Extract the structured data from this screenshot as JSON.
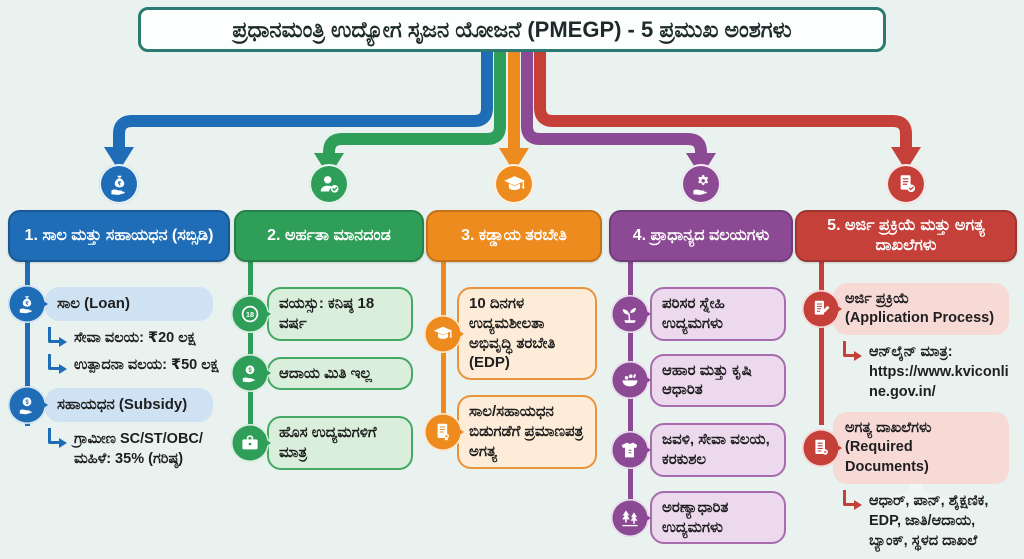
{
  "title": "ಪ್ರಧಾನಮಂತ್ರಿ ಉದ್ಯೋಗ ಸೃಜನ ಯೋಜನೆ (PMEGP) - 5 ಪ್ರಮುಖ ಅಂಶಗಳು",
  "background_color": "#e9f2ee",
  "title_border_color": "#2b7b73",
  "columns": [
    {
      "number": 1,
      "header": "1. ಸಾಲ ಮತ್ತು ಸಹಾಯಧನ (ಸಬ್ಸಿಡಿ)",
      "color": "#1e6db6",
      "pill_bg": "#cfe2f4",
      "pill_border": "transparent",
      "header_icon": "money-bag-hand-icon",
      "items": [
        {
          "icon": "money-bag-hand-icon",
          "label": "ಸಾಲ (Loan)",
          "bullets": [
            "ಸೇವಾ ವಲಯ: ₹20 ಲಕ್ಷ",
            "ಉತ್ಪಾದನಾ ವಲಯ: ₹50 ಲಕ್ಷ"
          ]
        },
        {
          "icon": "coin-hand-icon",
          "label": "ಸಹಾಯಧನ (Subsidy)",
          "bullets": [
            "ಗ್ರಾಮೀಣ SC/ST/OBC/ಮಹಿಳೆ: 35% (ಗರಿಷ್ಠ)"
          ]
        }
      ]
    },
    {
      "number": 2,
      "header": "2. ಅರ್ಹತಾ ಮಾನದಂಡ",
      "color": "#2f9e58",
      "pill_bg": "#d9efdc",
      "pill_border": "#45a863",
      "header_icon": "person-check-icon",
      "items": [
        {
          "icon": "age-18-icon",
          "label": "ವಯಸ್ಸು: ಕನಿಷ್ಠ 18 ವರ್ಷ",
          "bullets": []
        },
        {
          "icon": "coin-hand-icon",
          "label": "ಆದಾಯ ಮಿತಿ ಇಲ್ಲ",
          "bullets": []
        },
        {
          "icon": "briefcase-icon",
          "label": "ಹೊಸ ಉದ್ಯಮಗಳಿಗೆ ಮಾತ್ರ",
          "bullets": []
        }
      ]
    },
    {
      "number": 3,
      "header": "3. ಕಡ್ಡಾಯ ತರಬೇತಿ",
      "color": "#ee8b1f",
      "pill_bg": "#fdecd7",
      "pill_border": "#e9943c",
      "header_icon": "graduation-cap-icon",
      "items": [
        {
          "icon": "graduation-cap-icon",
          "label": "10 ದಿನಗಳ ಉದ್ಯಮಶೀಲತಾ ಅಭಿವೃದ್ಧಿ ತರಬೇತಿ (EDP)",
          "bullets": []
        },
        {
          "icon": "certificate-icon",
          "label": "ಸಾಲ/ಸಹಾಯಧನ ಬಿಡುಗಡೆಗೆ ಪ್ರಮಾಣಪತ್ರ ಅಗತ್ಯ",
          "bullets": []
        }
      ]
    },
    {
      "number": 4,
      "header": "4. ಪ್ರಾಧಾನ್ಯದ ವಲಯಗಳು",
      "color": "#8c4a94",
      "pill_bg": "#ecd9ee",
      "pill_border": "#a76bae",
      "header_icon": "gear-hand-icon",
      "items": [
        {
          "icon": "eco-plant-icon",
          "label": "ಪರಿಸರ ಸ್ನೇಹಿ ಉದ್ಯಮಗಳು",
          "bullets": []
        },
        {
          "icon": "food-bowl-icon",
          "label": "ಆಹಾರ ಮತ್ತು ಕೃಷಿ ಆಧಾರಿತ",
          "bullets": []
        },
        {
          "icon": "tshirt-icon",
          "label": "ಜವಳಿ, ಸೇವಾ ವಲಯ, ಕರಕುಶಲ",
          "bullets": []
        },
        {
          "icon": "forest-icon",
          "label": "ಅರಣ್ಯಾಧಾರಿತ ಉದ್ಯಮಗಳು",
          "bullets": []
        }
      ]
    },
    {
      "number": 5,
      "header": "5. ಅರ್ಜಿ ಪ್ರಕ್ರಿಯೆ ಮತ್ತು ಅಗತ್ಯ ದಾಖಲೆಗಳು",
      "color": "#c6403a",
      "pill_bg": "#f7d9d6",
      "pill_border": "transparent",
      "header_icon": "document-check-icon",
      "items": [
        {
          "icon": "document-pencil-icon",
          "label": "ಅರ್ಜಿ ಪ್ರಕ್ರಿಯೆ (Application Process)",
          "bullets": [
            "ಆನ್‌ಲೈನ್ ಮಾತ್ರ: https://www.kviconline.gov.in/"
          ]
        },
        {
          "icon": "document-lines-icon",
          "label": "ಅಗತ್ಯ ದಾಖಲೆಗಳು (Required Documents)",
          "bullets": [
            "ಆಧಾರ್, ಪಾನ್, ಶೈಕ್ಷಣಿಕ, EDP, ಜಾತಿ/ಆದಾಯ, ಬ್ಯಾಂಕ್, ಸ್ಥಳದ ದಾಖಲೆ"
          ]
        }
      ]
    }
  ]
}
